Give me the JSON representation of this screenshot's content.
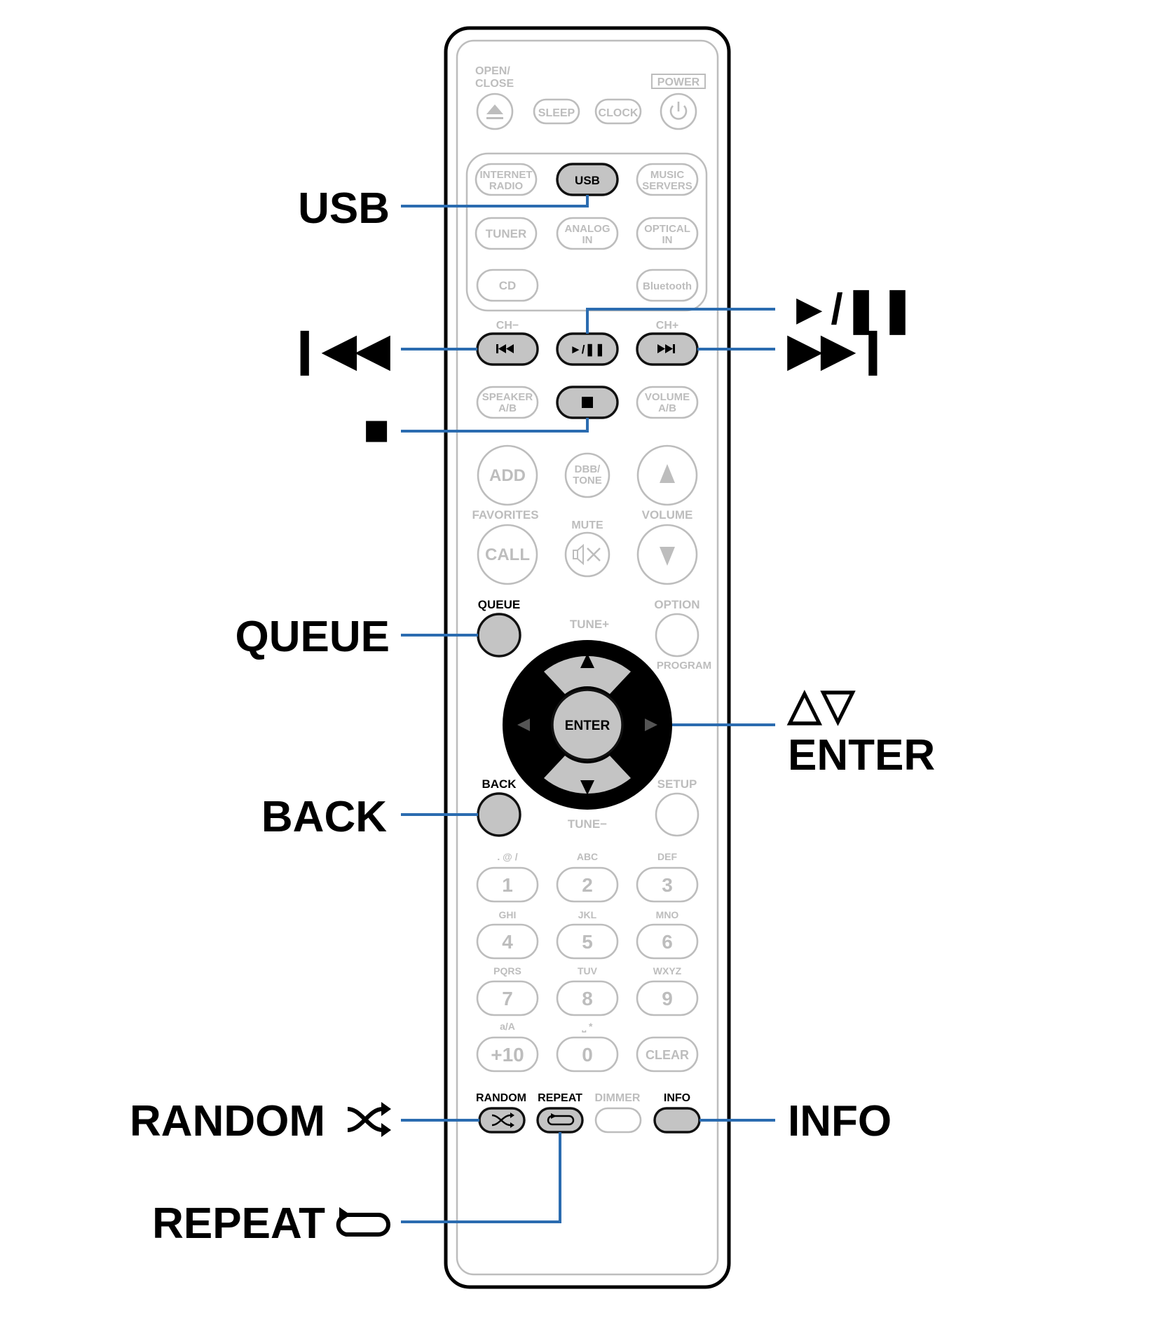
{
  "remote": {
    "top_labels": {
      "open_close": [
        "OPEN/",
        "CLOSE"
      ],
      "power": "POWER"
    },
    "top_buttons": {
      "sleep": "SLEEP",
      "clock": "CLOCK"
    },
    "source": {
      "internet_radio": [
        "INTERNET",
        "RADIO"
      ],
      "usb": "USB",
      "music_servers": [
        "MUSIC",
        "SERVERS"
      ],
      "tuner": "TUNER",
      "analog_in": [
        "ANALOG",
        "IN"
      ],
      "optical_in": [
        "OPTICAL",
        "IN"
      ],
      "cd": "CD",
      "bluetooth": "Bluetooth"
    },
    "transport": {
      "ch_minus": "CH−",
      "ch_plus": "CH+",
      "play_pause": "►/❚❚"
    },
    "speaker_ab": [
      "SPEAKER",
      "A/B"
    ],
    "volume_ab": [
      "VOLUME",
      "A/B"
    ],
    "add": "ADD",
    "dbb_tone": [
      "DBB/",
      "TONE"
    ],
    "favorites": "FAVORITES",
    "volume": "VOLUME",
    "mute": "MUTE",
    "call": "CALL",
    "queue": "QUEUE",
    "option": "OPTION",
    "tune_plus": "TUNE+",
    "program": "PROGRAM",
    "enter": "ENTER",
    "back": "BACK",
    "setup": "SETUP",
    "tune_minus": "TUNE−",
    "keypad": [
      {
        "sub": ". @ /",
        "key": "1"
      },
      {
        "sub": "ABC",
        "key": "2"
      },
      {
        "sub": "DEF",
        "key": "3"
      },
      {
        "sub": "GHI",
        "key": "4"
      },
      {
        "sub": "JKL",
        "key": "5"
      },
      {
        "sub": "MNO",
        "key": "6"
      },
      {
        "sub": "PQRS",
        "key": "7"
      },
      {
        "sub": "TUV",
        "key": "8"
      },
      {
        "sub": "WXYZ",
        "key": "9"
      },
      {
        "sub": "a/A",
        "key": "+10"
      },
      {
        "sub": "⎵ *",
        "key": "0"
      },
      {
        "sub": "",
        "key": "CLEAR"
      }
    ],
    "bottom": {
      "random": "RANDOM",
      "repeat": "REPEAT",
      "dimmer": "DIMMER",
      "info": "INFO"
    }
  },
  "callouts": {
    "usb": "USB",
    "play_pause": "►/❚❚",
    "prev": "❙◀◀",
    "next": "▶▶❙",
    "stop": "■",
    "queue": "QUEUE",
    "cursor_arrows": "△▽",
    "enter": "ENTER",
    "back": "BACK",
    "random": "RANDOM",
    "info": "INFO",
    "repeat": "REPEAT"
  },
  "colors": {
    "leader_line": "#2b6cb0",
    "highlight_fill": "#c4c4c4",
    "faint": "#bdbdbd"
  }
}
